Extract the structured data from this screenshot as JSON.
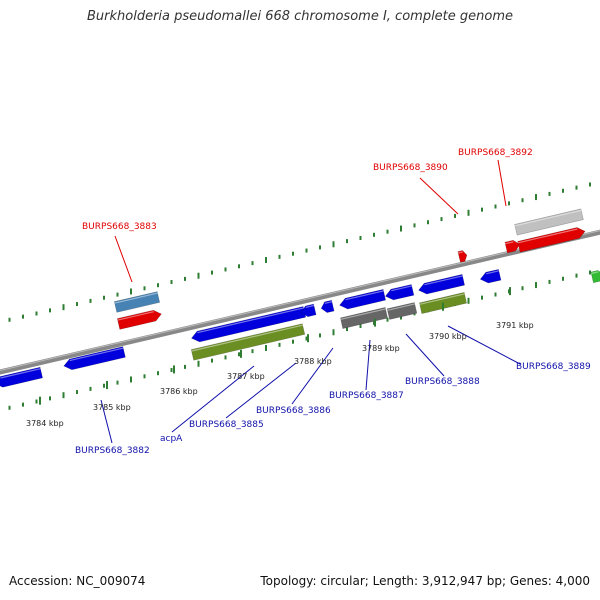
{
  "title": "Burkholderia pseudomallei 668 chromosome I, complete genome",
  "footer": {
    "accession": "Accession: NC_009074",
    "summary": "Topology: circular; Length: 3,912,947 bp; Genes: 4,000"
  },
  "colors": {
    "forward": "#e00000",
    "reverse": "#0000dd",
    "rna": "#6b8e23",
    "pseudo": "#666666",
    "other": "#c0c0c0",
    "steel": "#4682b4",
    "green_dots": "#2e7d32",
    "backbone": "#888888",
    "label_forward": "#e00000",
    "label_reverse": "#1010aa"
  },
  "kbp_ticks": [
    "3784 kbp",
    "3785 kbp",
    "3786 kbp",
    "3787 kbp",
    "3788 kbp",
    "3789 kbp",
    "3790 kbp",
    "3791 kbp"
  ],
  "labels_forward": [
    "BURPS668_3883",
    "BURPS668_3890",
    "BURPS668_3892"
  ],
  "labels_reverse": [
    "BURPS668_3882",
    "acpA",
    "BURPS668_3885",
    "BURPS668_3886",
    "BURPS668_3887",
    "BURPS668_3888",
    "BURPS668_3889"
  ]
}
